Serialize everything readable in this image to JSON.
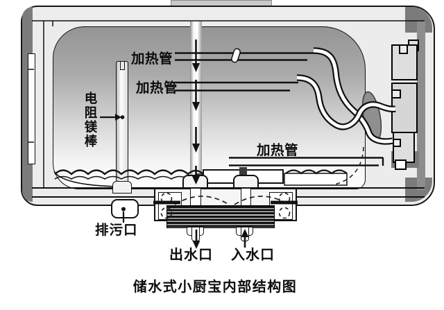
{
  "caption": "储水式小厨宝内部结构图",
  "labels": {
    "heating_tube_top": "加热管",
    "heating_tube_middle": "加热管",
    "heating_tube_bottom": "加热管",
    "magnesium_rod": "电阻镁棒",
    "drain_port": "排污口",
    "water_outlet": "出水口",
    "water_inlet": "入水口"
  },
  "colors": {
    "line": "#111111",
    "shell_light": "#ececec",
    "shell_dark": "#7b7b7b",
    "tank_gradient_top": "#949494",
    "tank_gradient_bottom": "#fbfbfb",
    "fins_block": "#161616",
    "label_text": "#0d0d0d"
  }
}
